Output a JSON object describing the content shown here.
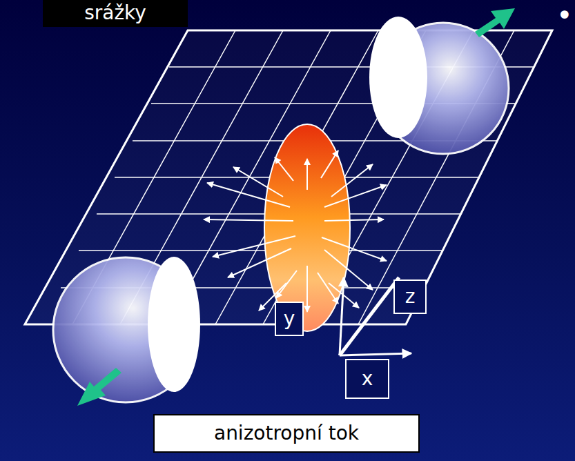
{
  "diagram": {
    "nodes": [
      {
        "text": [
          "srážky"
        ]
      },
      {
        "text": [
          "y"
        ]
      },
      {
        "text": [
          "z"
        ]
      },
      {
        "text": [
          "x"
        ]
      },
      {
        "text": [
          "anizotropní tok"
        ]
      }
    ],
    "labels": [
      "•"
    ]
  }
}
